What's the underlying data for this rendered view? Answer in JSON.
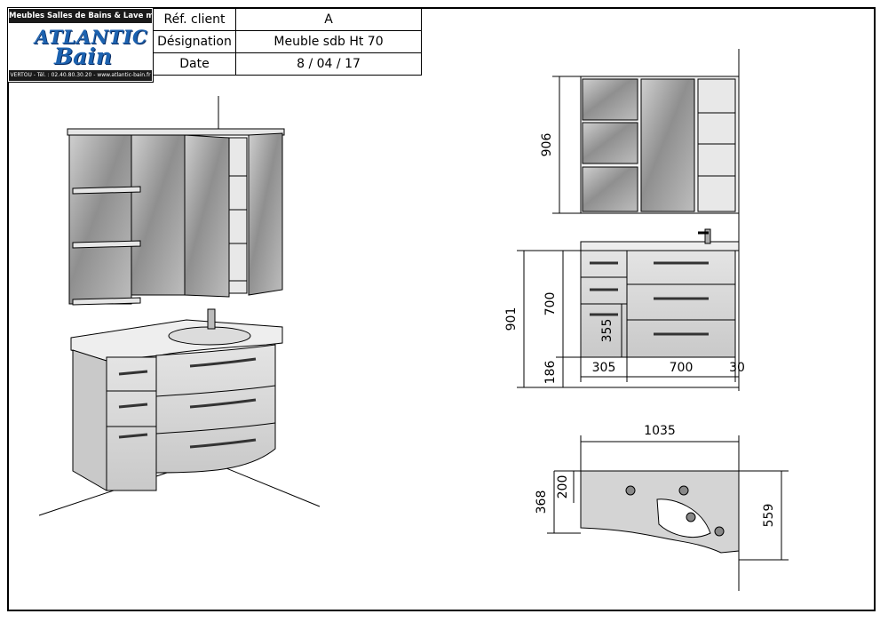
{
  "brand": {
    "tagline": "Meubles Salles de Bains & Lave mains",
    "name_line1": "ATLANTIC",
    "name_line2": "Bain",
    "contact": "VERTOU - Tél. : 02.40.80.30.20 - www.atlantic-bain.fr"
  },
  "title_block": {
    "rows": [
      {
        "label": "Réf. client",
        "value": "A"
      },
      {
        "label": "Désignation",
        "value": "Meuble sdb Ht 70"
      },
      {
        "label": "Date",
        "value": "8 / 04 / 17"
      }
    ]
  },
  "dimensions": {
    "front_mirror_height": "906",
    "front_total_height": "901",
    "front_cabinet_height": "700",
    "front_drawer_height": "355",
    "front_plinth_height": "186",
    "front_width_left": "305",
    "front_width_right": "700",
    "front_width_edge": "30",
    "top_width": "1035",
    "top_depth_left": "368",
    "top_depth_inner": "200",
    "top_depth_right": "559"
  },
  "colors": {
    "panel": "#d9d9d9",
    "mirror": "#a9a9a9",
    "line": "#000000"
  }
}
